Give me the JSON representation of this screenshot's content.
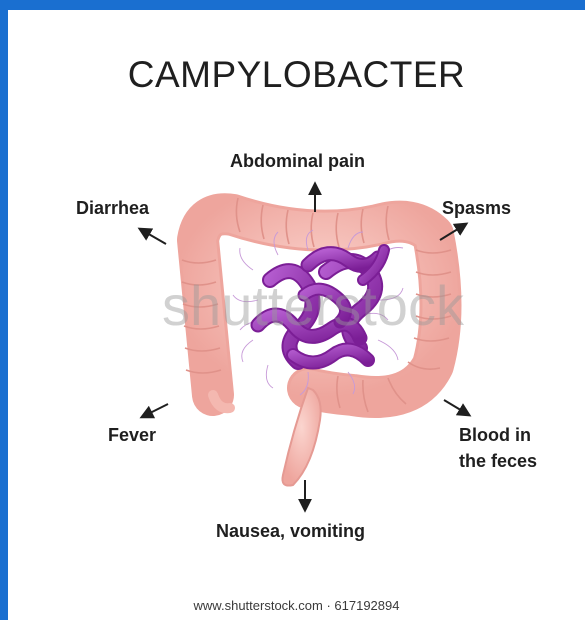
{
  "title": "CAMPYLOBACTER",
  "labels": {
    "abdominal_pain": "Abdominal pain",
    "diarrhea": "Diarrhea",
    "spasms": "Spasms",
    "fever": "Fever",
    "blood_line1": "Blood in",
    "blood_line2": "the feces",
    "nausea": "Nausea, vomiting"
  },
  "watermark": "shutterstock",
  "footer": "www.shutterstock.com · 617192894",
  "colors": {
    "frame": "#1a6fd0",
    "intestine": "#f4b8b0",
    "intestine_dark": "#e59a93",
    "bacteria": "#8e2aa8",
    "bacteria_light": "#b45ccf",
    "flagella": "#c79ad8"
  }
}
